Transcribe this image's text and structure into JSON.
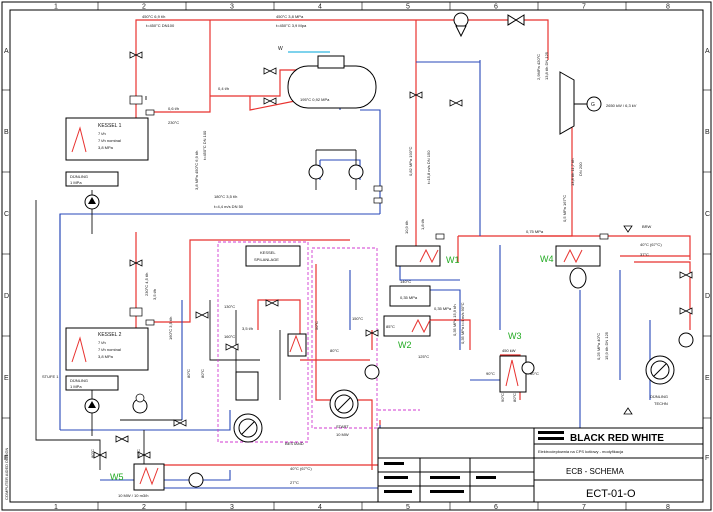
{
  "grid": {
    "columns": [
      "1",
      "2",
      "3",
      "4",
      "5",
      "6",
      "7",
      "8"
    ],
    "rows": [
      "A",
      "B",
      "C",
      "D",
      "E",
      "F"
    ]
  },
  "side_text": "COMPUTER AIDED DESIGN",
  "title_block": {
    "company": "BLACK RED WHITE",
    "subtitle": "Elektrociepłownia na CPS kotłowy - modyfikacja",
    "scheme": "ECB - SCHEMA",
    "drawing_no": "ECT-01-O"
  },
  "heat_exchangers": {
    "w1": "W1",
    "w2": "W2",
    "w3": "W3",
    "w4": "W4",
    "w5": "W5"
  },
  "equipment": {
    "kessel1": "KESSEL 1",
    "kessel1_specs": [
      "7 t/h",
      "7 t/h nominal",
      "3,8 MPa"
    ],
    "kessel2": "KESSEL 2",
    "kessel2_specs": [
      "7 t/h",
      "7 t/h nominal",
      "3,8 MPa"
    ],
    "kessel_spin": [
      "KESSEL",
      "SPILANLAGE"
    ],
    "drum": "195°C 0,92 MPa",
    "tank_w2": "0,35 MPa",
    "tank_w2_temp": "140°C",
    "generator": "G",
    "generator_power": "2650 kW / 6,3 kV",
    "w_marker": "W",
    "pump_e1": "STUFE 1",
    "pump_start": "START",
    "pump_bestand": "BESTAND",
    "pump_right": "DÜNLING",
    "pump_right_sub": "TECHN",
    "pump_a": "DÜNLING",
    "pump_a_sub": "1 MPa",
    "pump_b": "DÜNLING",
    "pump_b_sub": "1 MPa",
    "brw": "BRW",
    "mass_flow": "3,5 t/h"
  },
  "annotations": {
    "top1": "450°C 3,8 MPa",
    "top1b": "t=450°C 3,9 Mpa",
    "top2": "450°C 6,9 t/h",
    "top2b": "t=450°C DN100",
    "turbine_in": "2,9MPa 420°C",
    "turbine_in2": "13,8 t/h DN 125",
    "left_flow": "0,6 t/h",
    "left_temp": "230°C",
    "r1": "0,4 t/h",
    "mid1": "3,8 MPa 450°C 6,9 t/h",
    "mid1b": "t=450°C DN 100",
    "mid2": "180°C 3,5 t/h",
    "mid2b": "t=4,4 m/s DN 50",
    "steam_out": "0,82 MPa 193°C",
    "steam_out2": "t=15,8 m/s DN 150",
    "turb_exh": "0,5 MPa 167°C",
    "turb_exh2": "13,8 t/h 11,7 t/h",
    "turb_exh3": "DN 200",
    "rp": "0,75 MPa",
    "rp2": "10,9 t/h",
    "w4_temp": "40°C (67°C)",
    "w4_temp2": "37°C",
    "k2_flow": "3,5 t/h",
    "k2_temp": "230°C 4,5 t/h",
    "k2_flow2": "160°C 3,5 t/h",
    "w1_side": "0,35 MPa",
    "w1_side2": "1,8 t/h",
    "w2_temp": "150°C",
    "w2_temp2": "85°C",
    "w2_temp3": "125°C",
    "w2_temp4": "80°C",
    "w3_p": "450 kW",
    "w3_t1": "90°C",
    "w3_t2": "60°C",
    "w3_t3": "90°C",
    "w3_t4": "80°C",
    "mid_right": "0,35 MPa t=4 m/s 90°C",
    "mid_right2": "0,35 MPa 15,9 t/h",
    "w5_t1": "40°C (67°C)",
    "w5_t2": "27°C",
    "w5_sub": "10 MW / 10 m3/h",
    "w5_t3": "80°C",
    "w5_t4": "90°C",
    "spin_t1": "130°C",
    "spin_t2": "160°C",
    "spin_t3": "80°C",
    "spin_t4": "80°C",
    "spin_t5": "50°C",
    "spin_t6": "10 MW",
    "right_flow": "0,25 MPa 40°C",
    "right_flow2": "15,9 t/h DN 125"
  }
}
